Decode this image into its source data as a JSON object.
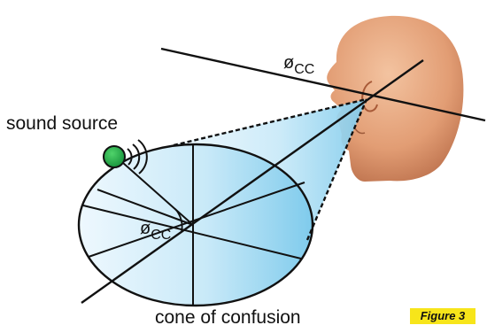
{
  "labels": {
    "sound_source": "sound source",
    "cone_caption": "cone of confusion",
    "angle_symbol": "ø",
    "angle_subscript": "CC"
  },
  "figure_badge": {
    "text": "Figure 3",
    "color": "#f7e51a"
  },
  "colors": {
    "cone_light": "#e8f5fd",
    "cone_dark": "#8fd0ef",
    "source_dot": "#22aa44",
    "skin": "#e4a07a"
  }
}
